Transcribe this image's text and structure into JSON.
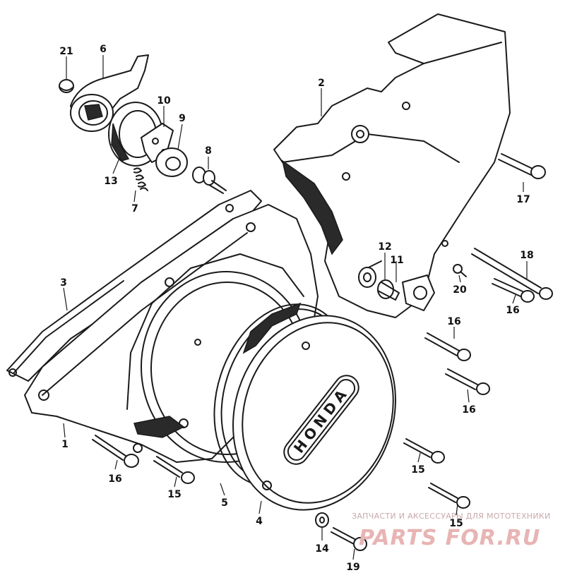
{
  "part_labels": {
    "p1": "1",
    "p2": "2",
    "p3": "3",
    "p4": "4",
    "p5": "5",
    "p6": "6",
    "p7": "7",
    "p8": "8",
    "p9": "9",
    "p10": "10",
    "p11": "11",
    "p12": "12",
    "p13": "13",
    "p14": "14",
    "p15a": "15",
    "p15b": "15",
    "p15c": "15",
    "p16a": "16",
    "p16b": "16",
    "p16c": "16",
    "p16d": "16",
    "p17": "17",
    "p18": "18",
    "p19": "19",
    "p20": "20",
    "p21": "21"
  },
  "cover_logo": "HONDA",
  "watermark": {
    "tagline": "ЗАПЧАСТИ И АКСЕССУАРЫ ДЛЯ МОТОТЕХНИКИ",
    "logo": "PARTS FOR.RU"
  },
  "colors": {
    "ink": "#1a1a1a",
    "paper": "#ffffff",
    "watermark": "#e8b4b4"
  }
}
